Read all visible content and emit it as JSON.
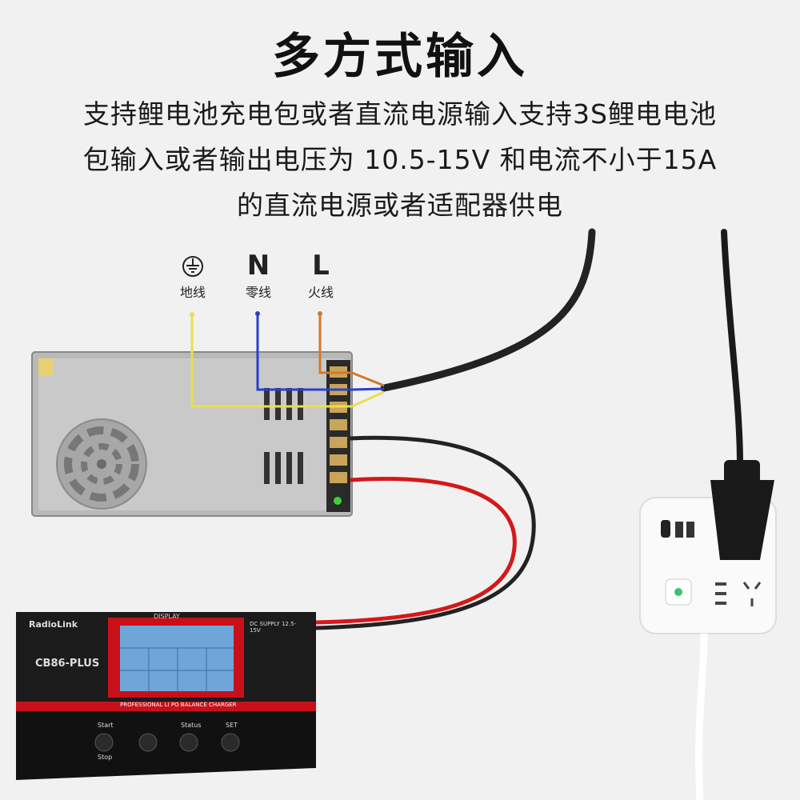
{
  "title": "多方式输入",
  "description": {
    "line1": "支持鲤电池充电包或者直流电源输入支持3S鲤电电池",
    "line2": "包输入或者输出电压为 10.5-15V 和电流不小于15A",
    "line3": "的直流电源或者适配器供电"
  },
  "wires": {
    "ground": {
      "name": "地线",
      "icon": "ground-symbol-icon",
      "color": "#e8e04a"
    },
    "neutral": {
      "letter": "N",
      "name": "零线",
      "color": "#2a3fd0"
    },
    "live": {
      "letter": "L",
      "name": "火线",
      "color": "#d07a2a"
    }
  },
  "charger": {
    "brand": "RadioLink",
    "model": "CB86-PLUS",
    "screen_header": "DISPLAY",
    "buttons": [
      "Start",
      "Stop",
      "Status",
      "SET"
    ],
    "bottom_band": "PROFESSIONAL LI PO BALANCE CHARGER",
    "dc_label": "DC SUPPLY 12.5-15V"
  }
}
